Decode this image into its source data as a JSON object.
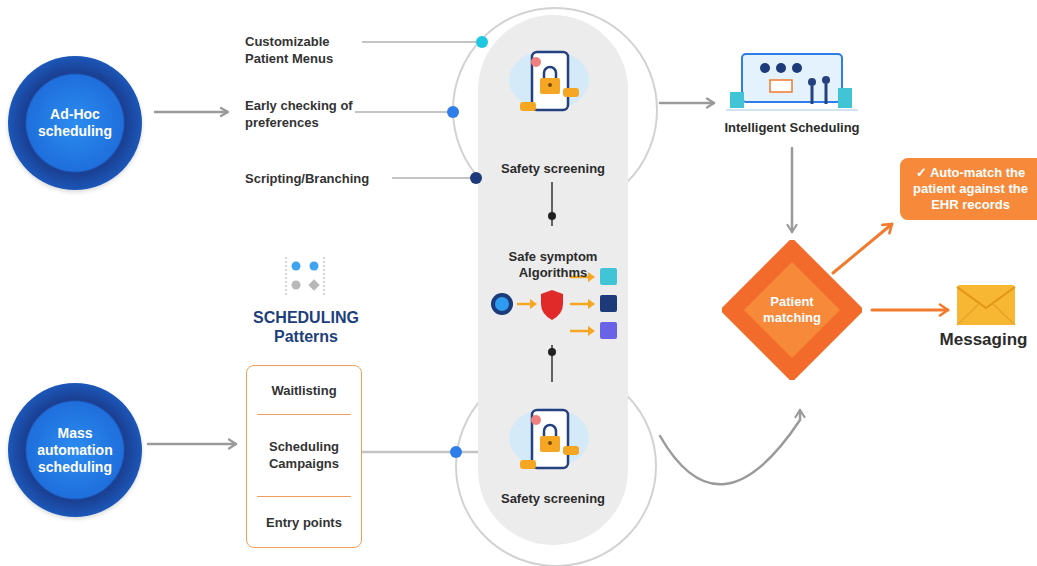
{
  "diagram": {
    "nodes": [
      {
        "text": [
          "Ad-Hoc scheduling"
        ]
      },
      {
        "text": [
          "Mass automation scheduling"
        ]
      },
      {
        "text": [
          "SCHEDULING Patterns",
          "Waitlisting",
          "Scheduling Campaigns",
          "Entry points"
        ]
      },
      {
        "text": [
          "Safety screening",
          "Safe symptom Algorithms",
          "Safety screening"
        ]
      },
      {
        "text": [
          "Intelligent Scheduling"
        ]
      },
      {
        "text": [
          "Patient matching"
        ]
      },
      {
        "text": [
          "✓ Auto-match the patient against the EHR records"
        ]
      },
      {
        "text": [
          "Messaging"
        ]
      }
    ],
    "edges": [
      {
        "from": 1,
        "to": 2,
        "arrow": "to"
      },
      {
        "from": 2,
        "to": 3,
        "arrow": "none"
      },
      {
        "from": 3,
        "to": 4,
        "arrow": "to"
      },
      {
        "from": 4,
        "to": 5,
        "arrow": "to"
      },
      {
        "from": 3,
        "to": 5,
        "arrow": "to"
      },
      {
        "from": 5,
        "to": 6,
        "arrow": "to"
      },
      {
        "from": 5,
        "to": 7,
        "arrow": "to"
      }
    ],
    "labels": [
      "Customizable Patient Menus",
      "Early checking of preferences",
      "Scripting/Branching"
    ]
  }
}
